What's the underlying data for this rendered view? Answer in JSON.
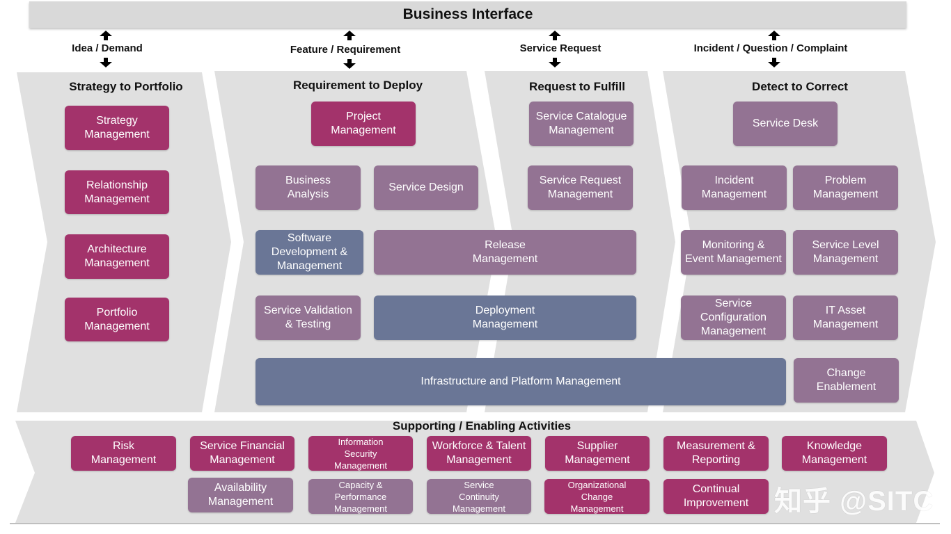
{
  "header": {
    "title": "Business Interface"
  },
  "flows": [
    {
      "label": "Idea / Demand"
    },
    {
      "label": "Feature / Requirement"
    },
    {
      "label": "Service Request"
    },
    {
      "label": "Incident / Question / Complaint"
    }
  ],
  "stages": [
    {
      "title": "Strategy to Portfolio"
    },
    {
      "title": "Requirement to Deploy"
    },
    {
      "title": "Request to Fulfill"
    },
    {
      "title": "Detect to Correct"
    }
  ],
  "practices": {
    "strategy_management": "Strategy\nManagement",
    "relationship_management": "Relationship\nManagement",
    "architecture_management": "Architecture\nManagement",
    "portfolio_management": "Portfolio\nManagement",
    "project_management": "Project\nManagement",
    "business_analysis": "Business\nAnalysis",
    "service_design": "Service Design",
    "software_development": "Software\nDevelopment &\nManagement",
    "release_management": "Release\nManagement",
    "service_validation": "Service Validation\n& Testing",
    "deployment_management": "Deployment\nManagement",
    "infrastructure_platform": "Infrastructure and Platform Management",
    "service_catalogue": "Service Catalogue\nManagement",
    "service_request_management": "Service Request\nManagement",
    "service_desk": "Service Desk",
    "incident_management": "Incident\nManagement",
    "problem_management": "Problem\nManagement",
    "monitoring_event": "Monitoring &\nEvent Management",
    "service_level": "Service Level\nManagement",
    "service_configuration": "Service\nConfiguration\nManagement",
    "it_asset": "IT Asset\nManagement",
    "change_enablement": "Change\nEnablement"
  },
  "supporting": {
    "title": "Supporting / Enabling Activities",
    "risk": "Risk\nManagement",
    "service_financial": "Service Financial\nManagement",
    "information_security": "Information\nSecurity\nManagement",
    "workforce_talent": "Workforce & Talent\nManagement",
    "supplier": "Supplier\nManagement",
    "measurement_reporting": "Measurement &\nReporting",
    "knowledge": "Knowledge\nManagement",
    "availability": "Availability\nManagement",
    "capacity_performance": "Capacity &\nPerformance\nManagement",
    "service_continuity": "Service\nContinuity\nManagement",
    "organizational_change": "Organizational\nChange\nManagement",
    "continual_improvement": "Continual\nImprovement"
  },
  "watermark": "知乎 @SITC",
  "colors": {
    "primary": "#a3336b",
    "mauve": "#937393",
    "slate": "#6a7696",
    "chevron": "#e0e0e0"
  }
}
